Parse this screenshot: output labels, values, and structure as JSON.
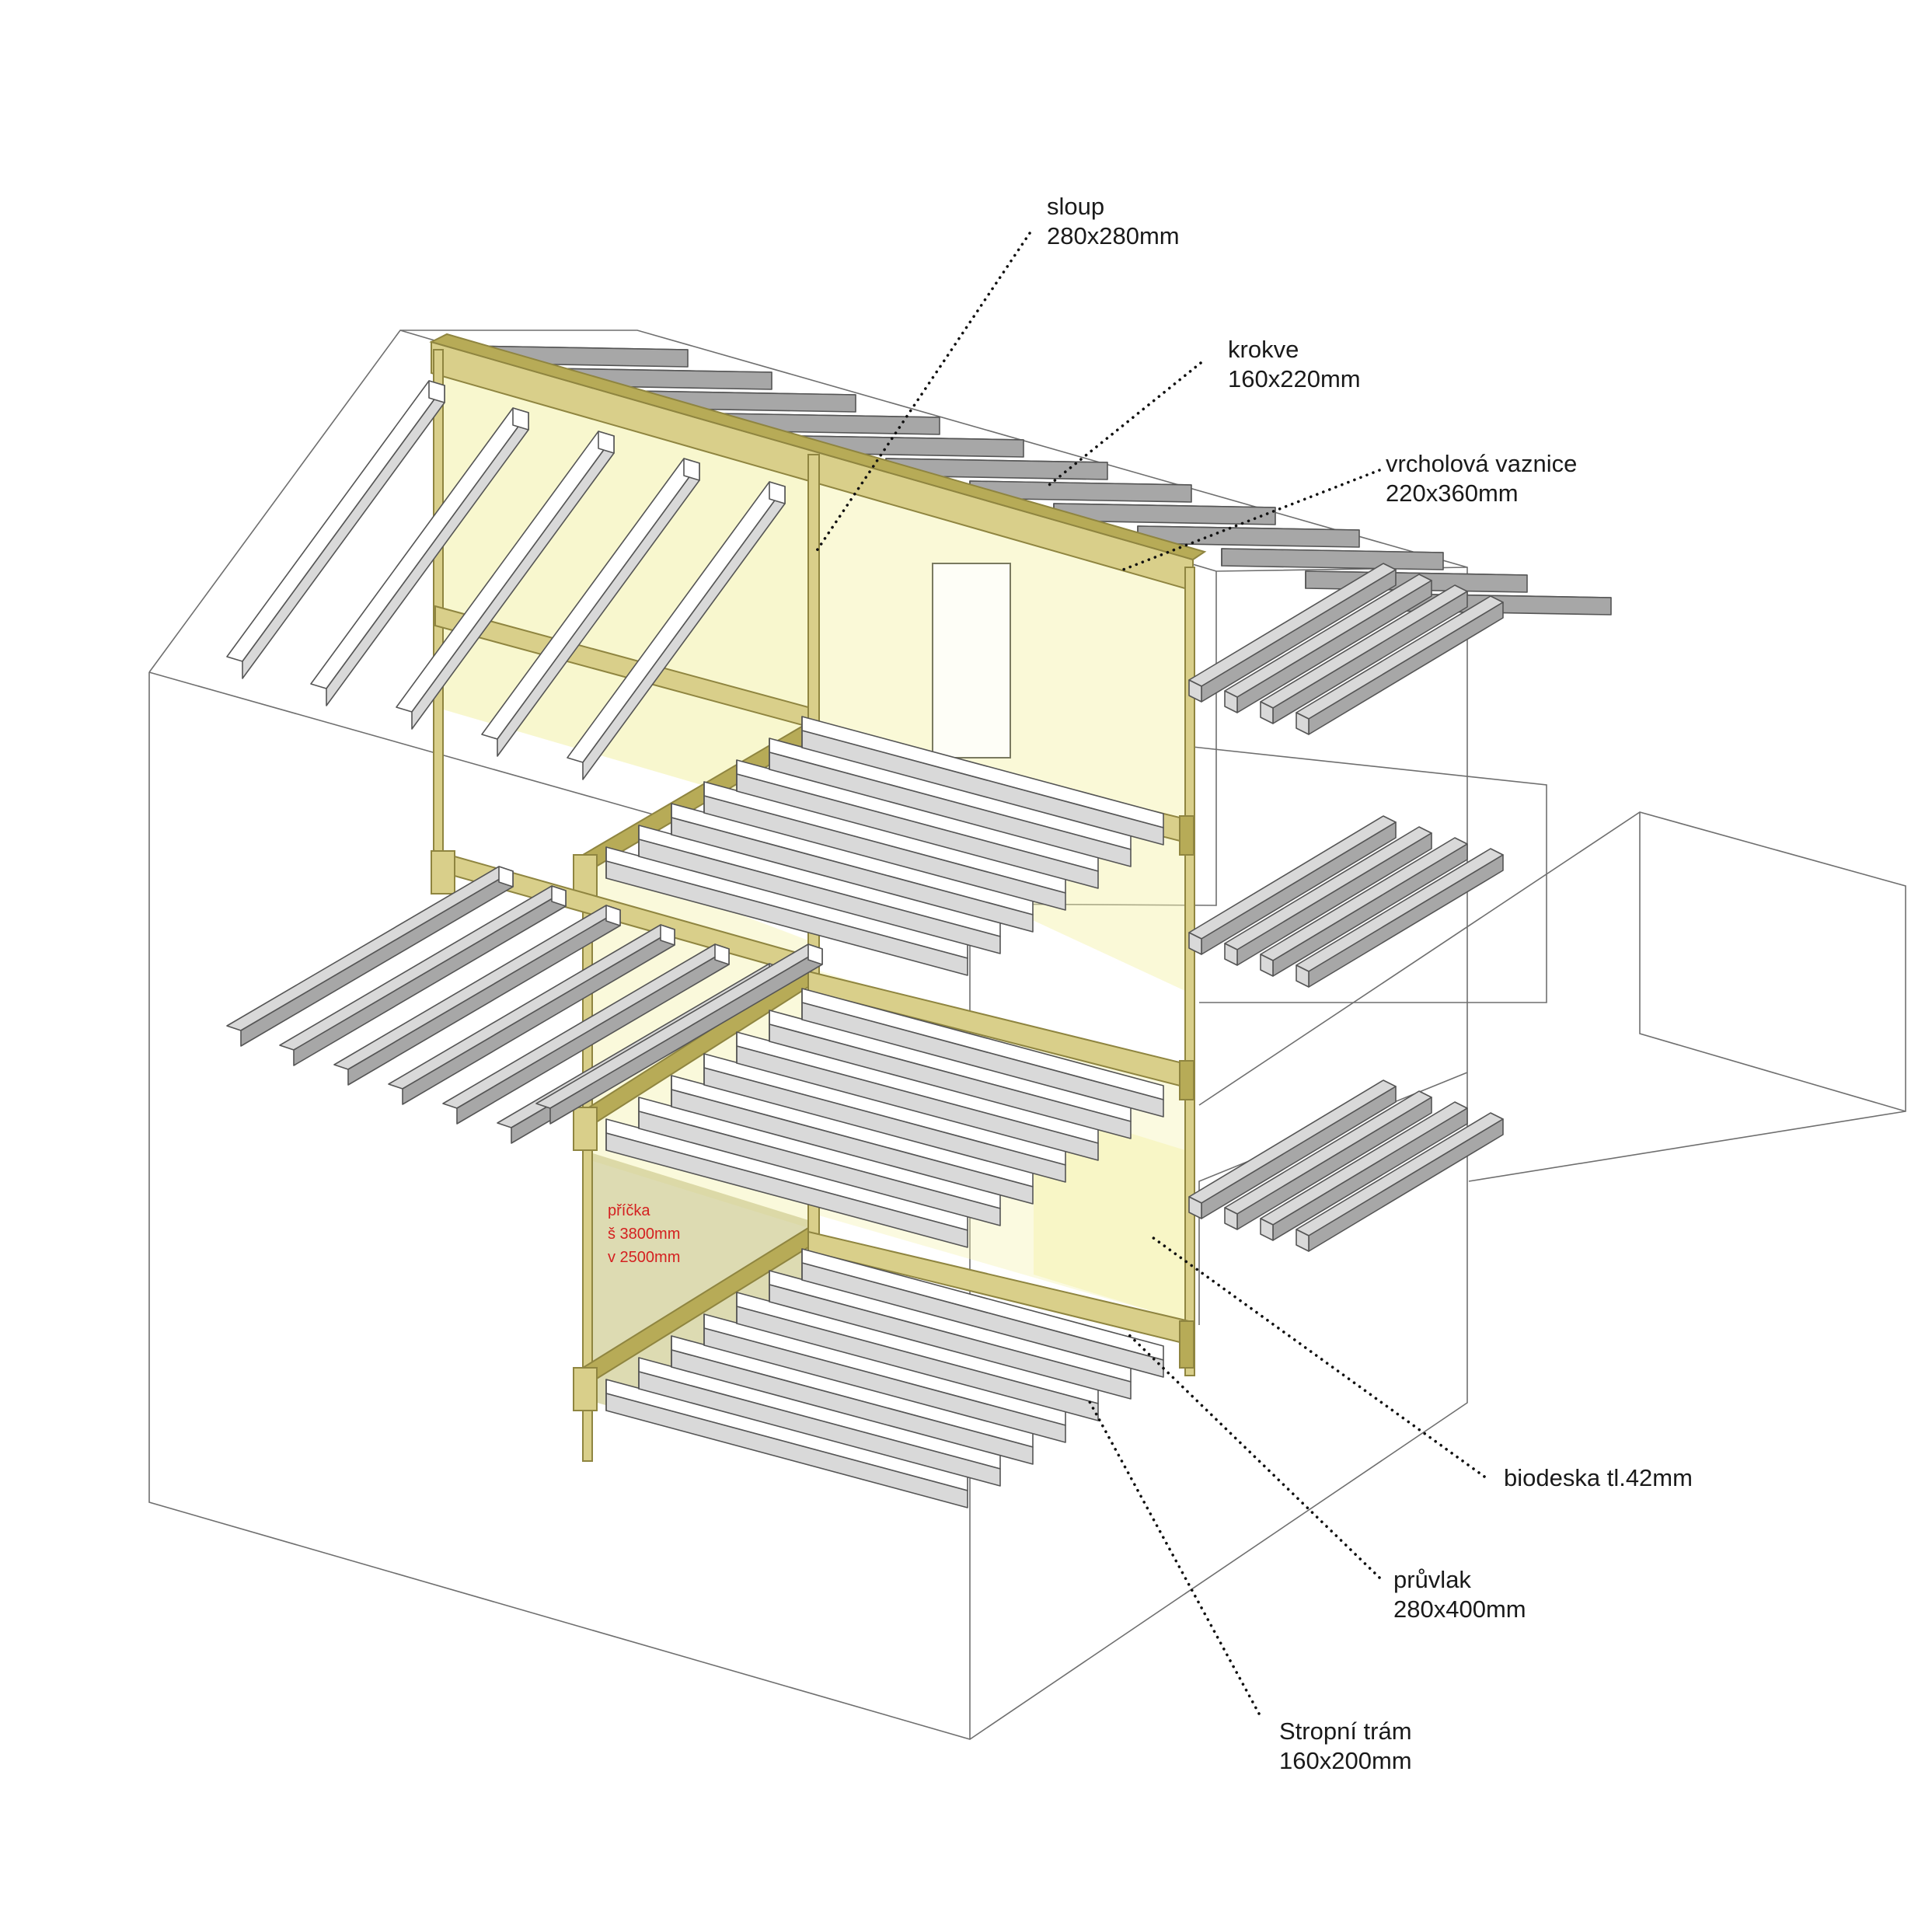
{
  "labels": {
    "sloup": {
      "name": "sloup",
      "size": "280x280mm"
    },
    "krokve": {
      "name": "krokve",
      "size": "160x220mm"
    },
    "vrcholova_vaznice": {
      "name": "vrcholová vaznice",
      "size": "220x360mm"
    },
    "biodeska": {
      "name": "biodeska tl.42mm"
    },
    "pruvlak": {
      "name": "průvlak",
      "size": "280x400mm"
    },
    "stropni_tram": {
      "name": "Stropní trám",
      "size": "160x200mm"
    },
    "pricka": {
      "name": "příčka",
      "width": "š 3800mm",
      "height": "v 2500mm"
    }
  },
  "colors": {
    "timber_main": "#d9cf8a",
    "timber_shadow": "#b7ab57",
    "timber_dark": "#8f8540",
    "panel_fill": "#f3f1a6",
    "panel_lower": "#dcdba3",
    "beam_light": "#ffffff",
    "beam_mid": "#d9d9d9",
    "beam_dark": "#a7a7a7",
    "outline": "#6f6f6f",
    "annotation_red": "#d42020"
  }
}
